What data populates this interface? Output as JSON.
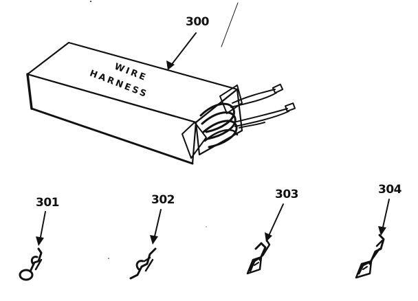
{
  "callouts": {
    "harness": "300",
    "part_301": "301",
    "part_302": "302",
    "part_303": "303",
    "part_304": "304"
  },
  "box_label": {
    "line1": "WIRE",
    "line2": "HARNESS"
  }
}
